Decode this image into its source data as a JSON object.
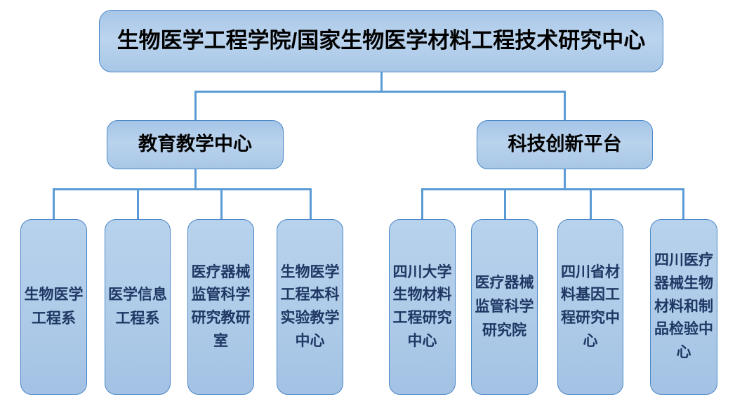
{
  "diagram": {
    "title_text": "生物医学工程学院/国家生物医学材料工程技术研究中心",
    "type": "organizational-chart",
    "colors": {
      "box_fill_light": "#B6D2EC",
      "box_fill_dark": "#9CC0E4",
      "box_border": "#4A86C8",
      "connector": "#5B9BD5",
      "root_text": "#000000",
      "mid_text": "#000000",
      "leaf_text": "#1F3864",
      "background": "#FFFFFF"
    },
    "root": {
      "label": "生物医学工程学院/国家生物医学材料工程技术研究中心"
    },
    "branches": [
      {
        "label": "教育教学中心",
        "children": [
          {
            "label": "生物医学工程系"
          },
          {
            "label": "医学信息工程系"
          },
          {
            "label": "医疗器械监管科学研究教研室"
          },
          {
            "label": "生物医学工程本科实验教学中心"
          }
        ]
      },
      {
        "label": "科技创新平台",
        "children": [
          {
            "label": "四川大学生物材料工程研究中心"
          },
          {
            "label": "医疗器械监管科学研究院"
          },
          {
            "label": "四川省材料基因工程研究中心"
          },
          {
            "label": "四川医疗器械生物材料和制品检验中心"
          }
        ]
      }
    ]
  }
}
